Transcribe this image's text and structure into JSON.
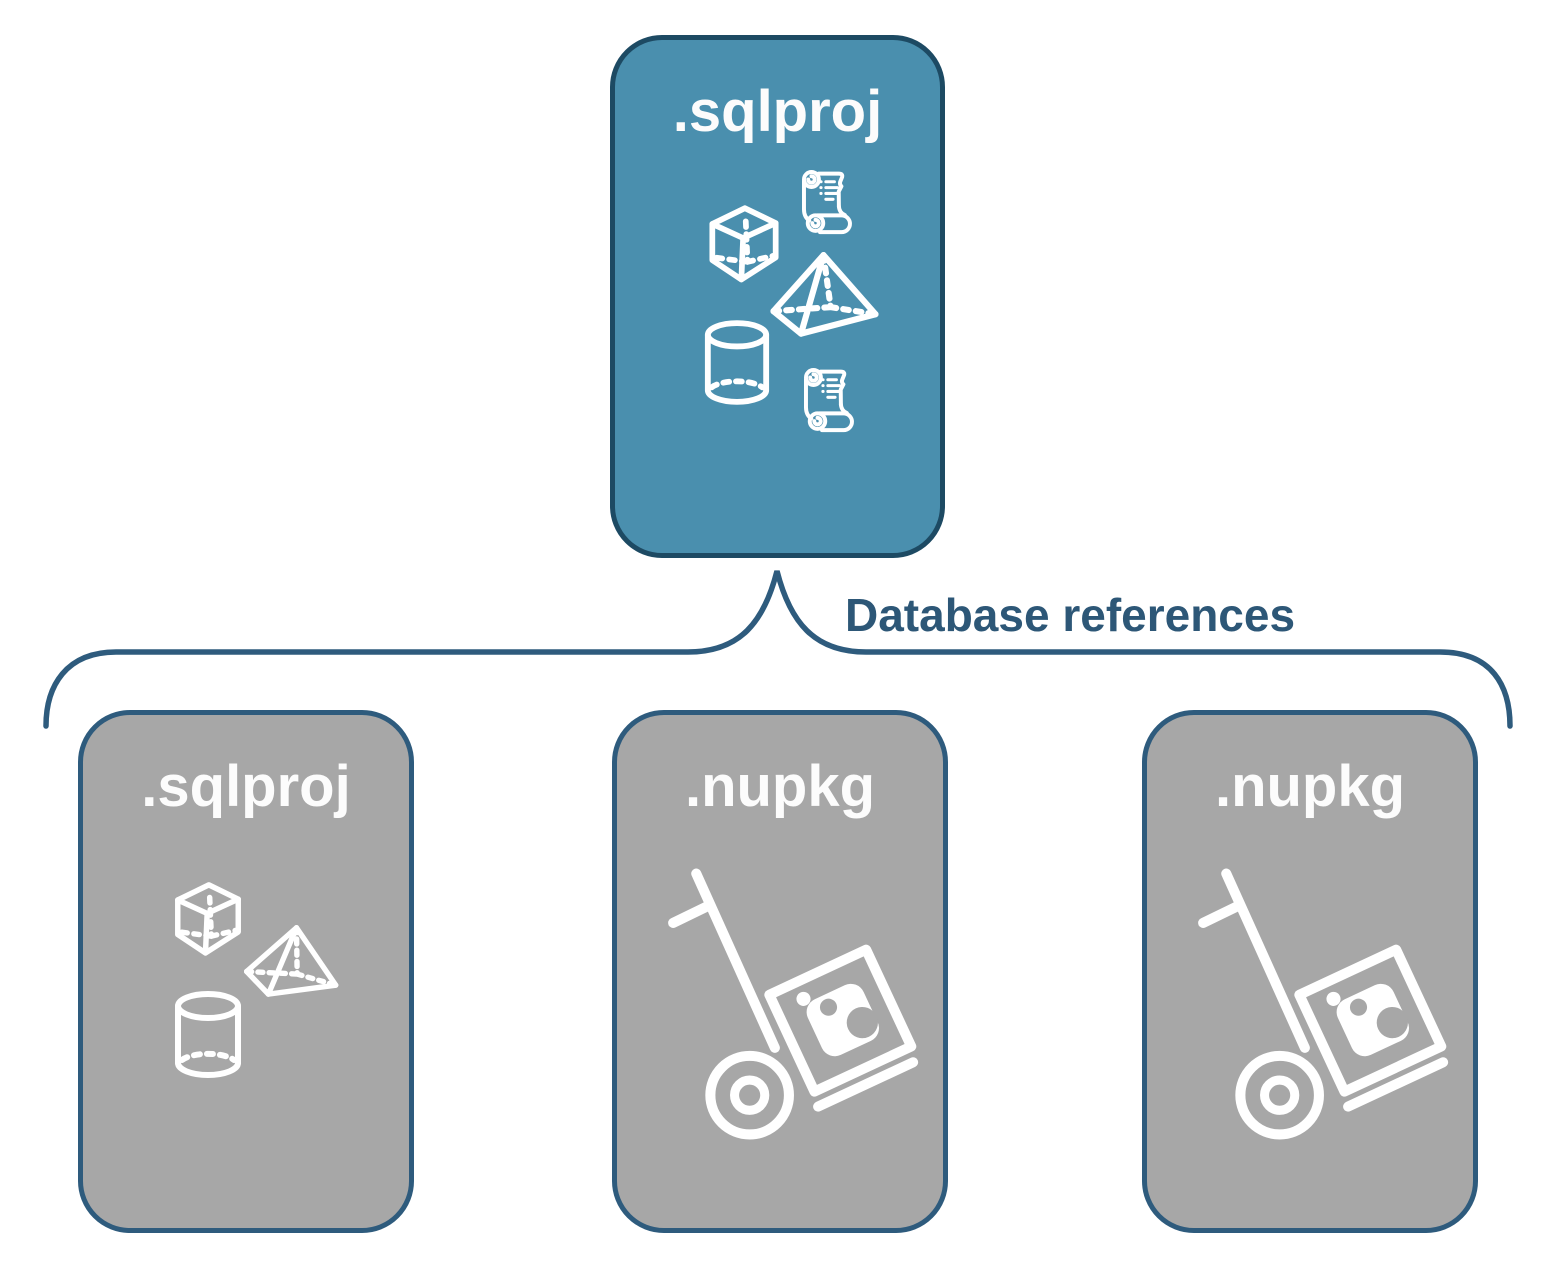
{
  "diagram": {
    "type": "database-project-references-diagram",
    "connector": {
      "label": "Database references",
      "style": "curly-brace"
    },
    "cards": [
      {
        "id": "root",
        "title": ".sqlproj",
        "role": "parent-project",
        "icons": [
          "cube-icon",
          "scroll-icon",
          "pyramid-icon",
          "cylinder-database-icon",
          "scroll-icon"
        ]
      },
      {
        "id": "ref-1",
        "title": ".sqlproj",
        "role": "referenced-project",
        "icons": [
          "cube-icon",
          "pyramid-icon",
          "cylinder-database-icon"
        ]
      },
      {
        "id": "ref-2",
        "title": ".nupkg",
        "role": "referenced-package",
        "icons": [
          "nuget-package-handtruck-icon"
        ]
      },
      {
        "id": "ref-3",
        "title": ".nupkg",
        "role": "referenced-package",
        "icons": [
          "nuget-package-handtruck-icon"
        ]
      }
    ],
    "colors": {
      "root_fill": "#4A8FAE",
      "root_border": "#1D4A63",
      "ref_fill": "#A7A7A7",
      "ref_border": "#2E5B7D",
      "connector_stroke": "#2E5B7D",
      "label_text": "#2D5777",
      "card_text": "#FCFCFC",
      "background": "#FFFFFF"
    }
  }
}
